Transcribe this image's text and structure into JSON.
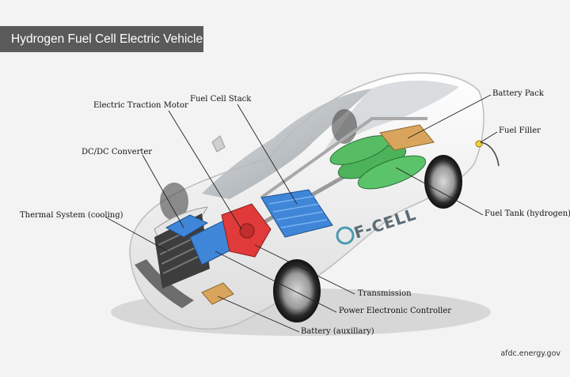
{
  "title": "Hydrogen Fuel Cell Electric Vehicle",
  "source": "afdc.energy.gov",
  "logo_text": "F-CELL",
  "callouts": {
    "traction_motor": "Electric Traction Motor",
    "fuel_cell_stack": "Fuel Cell Stack",
    "battery_pack": "Battery Pack",
    "fuel_filler": "Fuel Filler",
    "dcdc_converter": "DC/DC Converter",
    "thermal_system": "Thermal System (cooling)",
    "fuel_tank": "Fuel Tank (hydrogen)",
    "transmission": "Transmission",
    "power_controller": "Power Electronic Controller",
    "battery_aux": "Battery (auxillary)"
  },
  "colors": {
    "title_bg": "#5a5a5a",
    "background": "#f3f3f3",
    "fuel_cell": "#3f86d8",
    "hydrogen_tank": "#4cb35a",
    "motor": "#e03a3a",
    "battery_pack": "#d9a55c"
  }
}
